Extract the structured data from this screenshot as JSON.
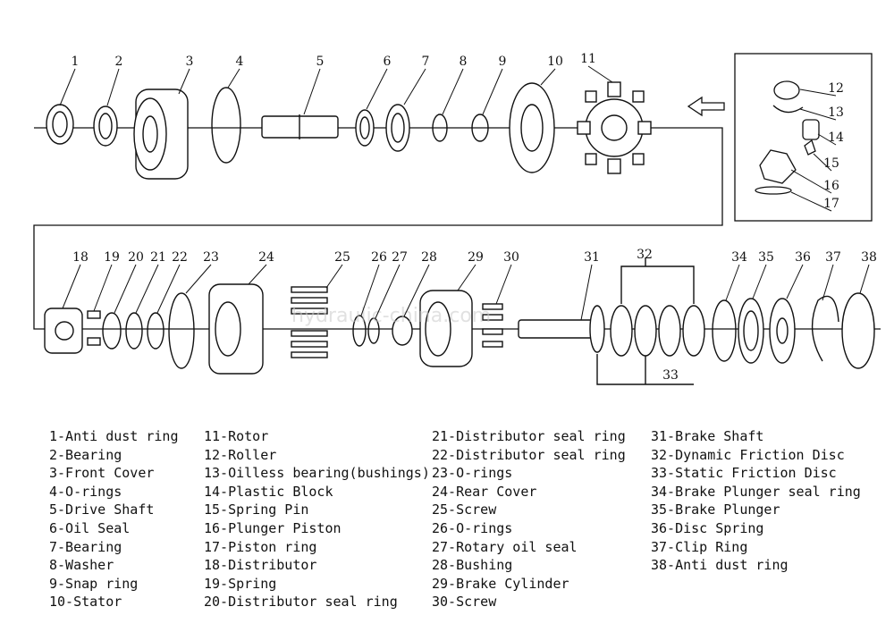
{
  "callouts": [
    "1",
    "2",
    "3",
    "4",
    "5",
    "6",
    "7",
    "8",
    "9",
    "10",
    "11",
    "12",
    "13",
    "14",
    "15",
    "16",
    "17",
    "18",
    "19",
    "20",
    "21",
    "22",
    "23",
    "24",
    "25",
    "26",
    "27",
    "28",
    "29",
    "30",
    "31",
    "32",
    "33",
    "34",
    "35",
    "36",
    "37",
    "38"
  ],
  "watermark": "hydraulic-china.com",
  "legend": {
    "col1": [
      "1-Anti dust ring",
      "2-Bearing",
      "3-Front Cover",
      "4-O-rings",
      "5-Drive Shaft",
      "6-Oil Seal",
      "7-Bearing",
      "8-Washer",
      "9-Snap ring",
      "10-Stator"
    ],
    "col2": [
      "11-Rotor",
      "12-Roller",
      "13-Oilless bearing(bushings)",
      "14-Plastic Block",
      "15-Spring Pin",
      "16-Plunger Piston",
      "17-Piston ring",
      "18-Distributor",
      "19-Spring",
      "20-Distributor seal ring"
    ],
    "col3": [
      "21-Distributor seal ring",
      "22-Distributor seal ring",
      "23-O-rings",
      "24-Rear Cover",
      "25-Screw",
      "26-O-rings",
      "27-Rotary oil seal",
      "28-Bushing",
      "29-Brake Cylinder",
      "30-Screw"
    ],
    "col4": [
      "31-Brake Shaft",
      "32-Dynamic Friction Disc",
      "33-Static Friction Disc",
      "34-Brake Plunger seal ring",
      "35-Brake Plunger",
      "36-Disc Spring",
      "37-Clip Ring",
      "38-Anti dust ring"
    ]
  }
}
